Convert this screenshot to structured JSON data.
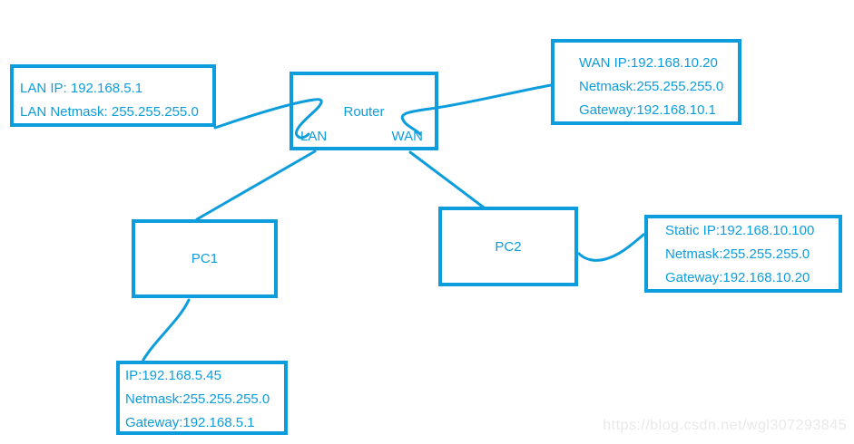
{
  "colors": {
    "accent": "#0d9ddc",
    "watermark": "#e9e9e9",
    "background": "#ffffff"
  },
  "diagram": {
    "router": {
      "label": "Router",
      "lan_port": "LAN",
      "wan_port": "WAN"
    },
    "pc1": {
      "label": "PC1"
    },
    "pc2": {
      "label": "PC2"
    },
    "lan_info": {
      "lines": [
        "LAN IP: 192.168.5.1",
        "LAN Netmask: 255.255.255.0"
      ]
    },
    "wan_info": {
      "lines": [
        "WAN IP:192.168.10.20",
        "Netmask:255.255.255.0",
        "Gateway:192.168.10.1"
      ]
    },
    "static_info": {
      "lines": [
        "Static IP:192.168.10.100",
        "Netmask:255.255.255.0",
        "Gateway:192.168.10.20"
      ]
    },
    "ip_info": {
      "lines": [
        "IP:192.168.5.45",
        "Netmask:255.255.255.0",
        "Gateway:192.168.5.1"
      ]
    }
  },
  "watermark": {
    "text": "https://blog.csdn.net/wgl307293845"
  }
}
